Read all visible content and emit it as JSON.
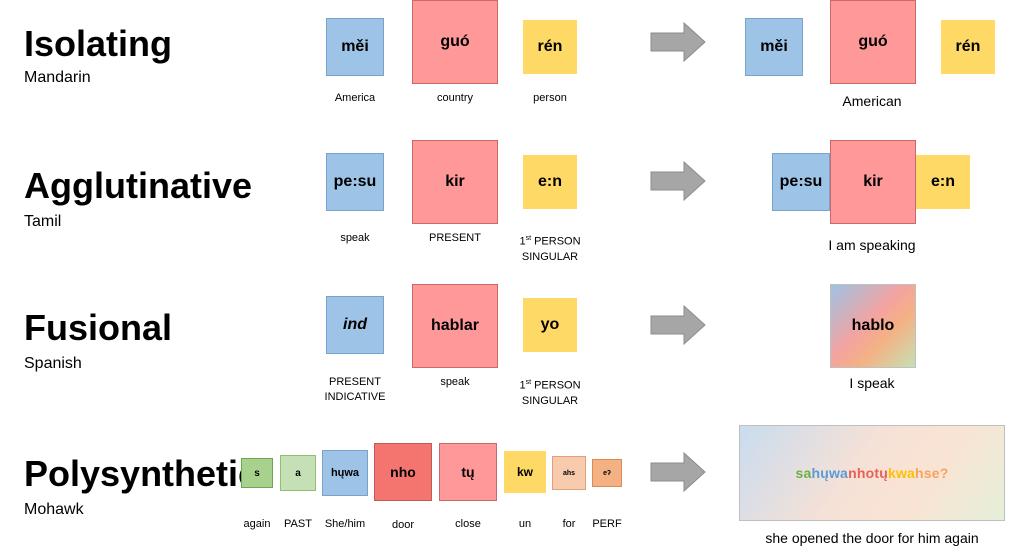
{
  "rows": [
    {
      "type": "Isolating",
      "language": "Mandarin",
      "morphemes": [
        {
          "text": "měi",
          "gloss": "America"
        },
        {
          "text": "guó",
          "gloss": "country"
        },
        {
          "text": "rén",
          "gloss": "person"
        }
      ],
      "result": {
        "parts": [
          "měi",
          "guó",
          "rén"
        ],
        "translation": "American"
      }
    },
    {
      "type": "Agglutinative",
      "language": "Tamil",
      "morphemes": [
        {
          "text": "pe:su",
          "gloss": "speak"
        },
        {
          "text": "kir",
          "gloss": "PRESENT"
        },
        {
          "text": "e:n",
          "gloss_line1": "1",
          "gloss_sup": "st",
          "gloss_line1_rest": " PERSON",
          "gloss_line2": "SINGULAR"
        }
      ],
      "result": {
        "parts": [
          "pe:su",
          "kir",
          "e:n"
        ],
        "translation": "I am speaking"
      }
    },
    {
      "type": "Fusional",
      "language": "Spanish",
      "morphemes": [
        {
          "text": "ind",
          "gloss_line1": "PRESENT",
          "gloss_line2": "INDICATIVE"
        },
        {
          "text": "hablar",
          "gloss": "speak"
        },
        {
          "text": "yo",
          "gloss_line1": "1",
          "gloss_sup": "st",
          "gloss_line1_rest": " PERSON",
          "gloss_line2": "SINGULAR"
        }
      ],
      "result": {
        "parts": [
          "hablo"
        ],
        "translation": "I speak"
      }
    },
    {
      "type": "Polysynthetic",
      "language": "Mohawk",
      "morphemes": [
        {
          "text": "s",
          "gloss": "again"
        },
        {
          "text": "a",
          "gloss": "PAST"
        },
        {
          "text": "hųwa",
          "gloss": "She/him"
        },
        {
          "text": "nho",
          "gloss": "door"
        },
        {
          "text": "tų",
          "gloss": "close"
        },
        {
          "text": "kw",
          "gloss": "un"
        },
        {
          "text": "ahs",
          "gloss": "for"
        },
        {
          "text": "eʔ",
          "gloss": "PERF"
        }
      ],
      "result": {
        "parts": [
          "sa",
          "hųwa",
          "nho",
          "tų",
          "kwa",
          "hse?"
        ],
        "colors": [
          "#70ad47",
          "#5b9bd5",
          "#e8605a",
          "#e8605a",
          "#ffc000",
          "#f4a460"
        ],
        "translation": "she opened the door for him again"
      }
    }
  ],
  "colors": {
    "blue": "#9dc3e6",
    "red": "#ff9999",
    "yellow": "#ffd966",
    "green": "#a9d18e",
    "arrow": "#a6a6a6"
  },
  "icons": {
    "arrow": "right-arrow-icon"
  }
}
